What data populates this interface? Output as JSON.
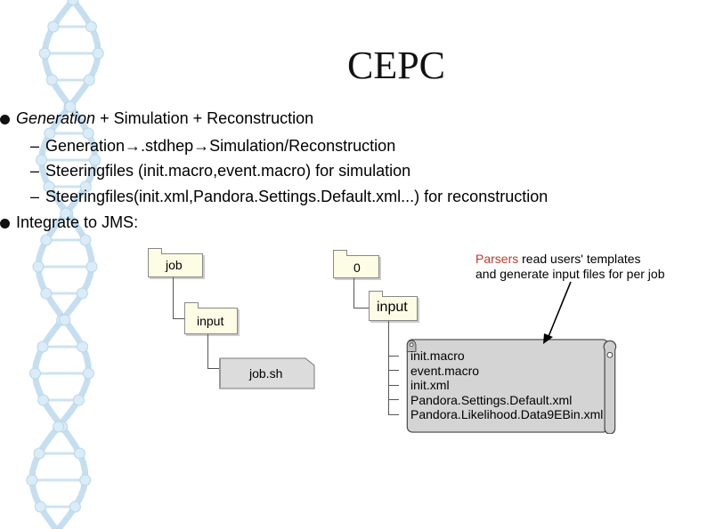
{
  "title": "CEPC",
  "bullets": {
    "b1_gen": "Generation",
    "b1_rest": " + Simulation + Reconstruction",
    "sub1": "Generation→.stdhep→Simulation/Reconstruction",
    "sub2": "Steeringfiles (init.macro,event.macro) for simulation",
    "sub3": "Steeringfiles(init.xml,Pandora.Settings.Default.xml...) for reconstruction",
    "b2": "Integrate to JMS:",
    "dash": "–"
  },
  "diagram": {
    "job_folder": "job",
    "zero_folder": "0",
    "input_folder_left": "input",
    "input_folder_right": "input",
    "job_sh": "job.sh",
    "files": [
      "init.macro",
      "event.macro",
      "init.xml",
      "Pandora.Settings.Default.xml",
      "Pandora.Likelihood.Data9EBin.xml"
    ],
    "note_highlight": "Parsers",
    "note_line1_rest": " read users' templates",
    "note_line2": "and generate input files for per job"
  },
  "colors": {
    "accent_red": "#c0392b",
    "folder_fill": "#fdfde6",
    "scroll_fill": "#d4d4d4"
  }
}
